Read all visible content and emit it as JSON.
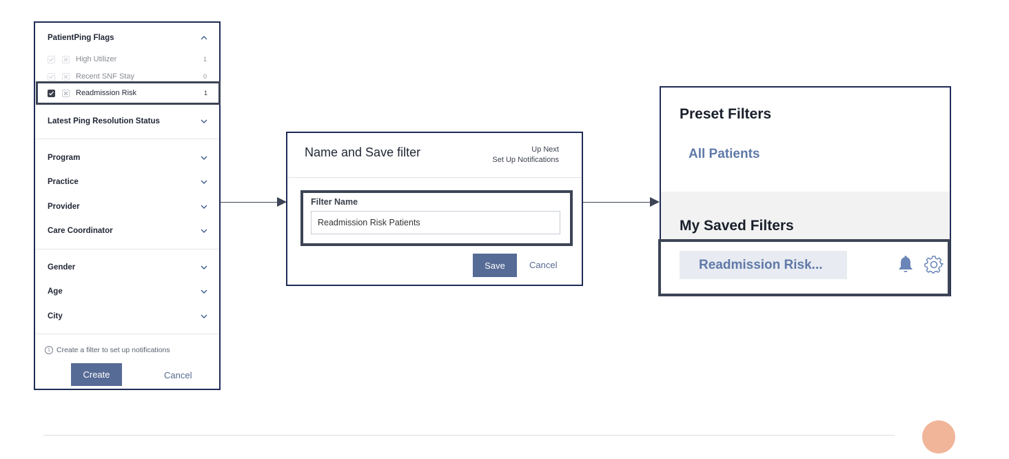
{
  "filter_panel": {
    "sections": {
      "flags": "PatientPing Flags",
      "resolution": "Latest Ping Resolution Status",
      "program": "Program",
      "practice": "Practice",
      "provider": "Provider",
      "care_coordinator": "Care Coordinator",
      "gender": "Gender",
      "age": "Age",
      "city": "City"
    },
    "flags": [
      {
        "label": "High Utilizer",
        "count": "1",
        "checked": false
      },
      {
        "label": "Recent SNF Stay",
        "count": "0",
        "checked": false
      },
      {
        "label": "Readmission Risk",
        "count": "1",
        "checked": true
      }
    ],
    "note": "Create a filter to set up notifications",
    "info_icon": "i",
    "create_label": "Create",
    "cancel_label": "Cancel"
  },
  "save_dialog": {
    "title": "Name and Save filter",
    "up_next_label": "Up Next",
    "up_next_value": "Set Up Notifications",
    "field_label": "Filter Name",
    "field_value": "Readmission Risk Patients",
    "save_label": "Save",
    "cancel_label": "Cancel"
  },
  "filters_panel": {
    "preset_title": "Preset Filters",
    "preset_item": "All Patients",
    "saved_title": "My Saved Filters",
    "saved_item": "Readmission Risk...",
    "icons": [
      "bell-icon",
      "gear-icon"
    ]
  },
  "colors": {
    "accent": "#566b95",
    "link": "#5f79a8",
    "border": "#1d2b55",
    "highlight_border": "#3c4455",
    "page_dot": "#f1b59a"
  }
}
